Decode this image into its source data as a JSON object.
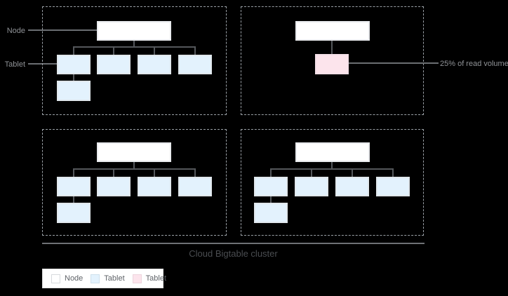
{
  "colors": {
    "background": "#000000",
    "node_fill": "#ffffff",
    "node_border": "#e8eaed",
    "tablet_fill": "#e3f2fd",
    "tablet_border": "#e0e7ec",
    "hot_tablet_fill": "#fce4ec",
    "hot_tablet_border": "#f3dfe7",
    "connector": "#54575b",
    "leader": "#6b6e72",
    "zone_border": "#9aa0a6",
    "annotation_text": "#8f9296",
    "caption_text": "#4a4d51",
    "caption_rule": "#6e7175",
    "legend_bg": "#ffffff",
    "legend_border": "#e0e0e0",
    "legend_text": "#5f6368"
  },
  "annotations": {
    "node": "Node",
    "tablet": "Tablet",
    "hot_tablet": "25% of read volume"
  },
  "caption": "Cloud Bigtable cluster",
  "legend": {
    "items": [
      {
        "label": "Node"
      },
      {
        "label": "Tablet"
      },
      {
        "label": "Tablet"
      }
    ]
  },
  "structure": {
    "zones": [
      {
        "name": "top-left",
        "nodes": 1,
        "tablets": 5,
        "hot_tablets": 0
      },
      {
        "name": "top-right",
        "nodes": 1,
        "tablets": 0,
        "hot_tablets": 1
      },
      {
        "name": "bottom-left",
        "nodes": 1,
        "tablets": 5,
        "hot_tablets": 0
      },
      {
        "name": "bottom-right",
        "nodes": 1,
        "tablets": 5,
        "hot_tablets": 0
      }
    ]
  }
}
